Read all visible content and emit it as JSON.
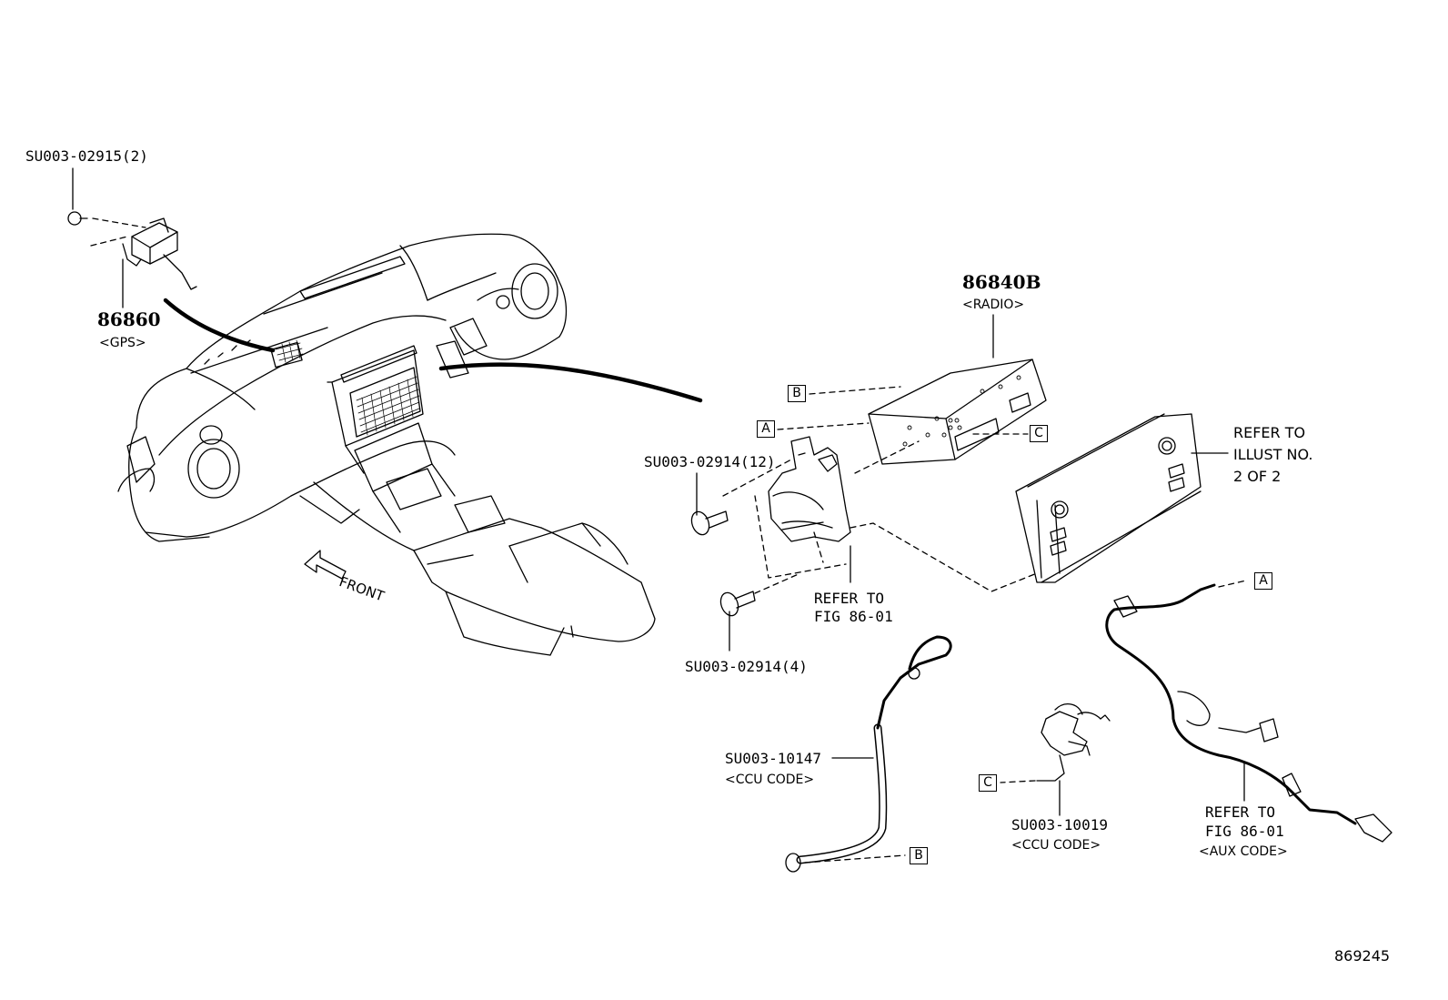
{
  "parts": {
    "gps_screw": "SU003-02915(2)",
    "gps_unit_no": "86860",
    "gps_unit_desc": "<GPS>",
    "radio_no": "86840B",
    "radio_desc": "<RADIO>",
    "screw_12": "SU003-02914(12)",
    "screw_4": "SU003-02914(4)",
    "refer_fig_1": "REFER TO",
    "refer_fig_2": "FIG 86-01",
    "refer_illust_1": "REFER TO",
    "refer_illust_2": "ILLUST NO.",
    "refer_illust_3": "2 OF 2",
    "ccu_cable_no": "SU003-10147",
    "ccu_cable_desc": "<CCU CODE>",
    "ccu_cord_no": "SU003-10019",
    "ccu_cord_desc": "<CCU CODE>",
    "aux_refer_1": "REFER TO",
    "aux_refer_2": "FIG 86-01",
    "aux_desc": "<AUX CODE>"
  },
  "callouts": {
    "a": "A",
    "b": "B",
    "c": "C"
  },
  "front_label": "FRONT",
  "illustration_no": "869245",
  "colors": {
    "line": "#000000",
    "background": "#ffffff"
  }
}
